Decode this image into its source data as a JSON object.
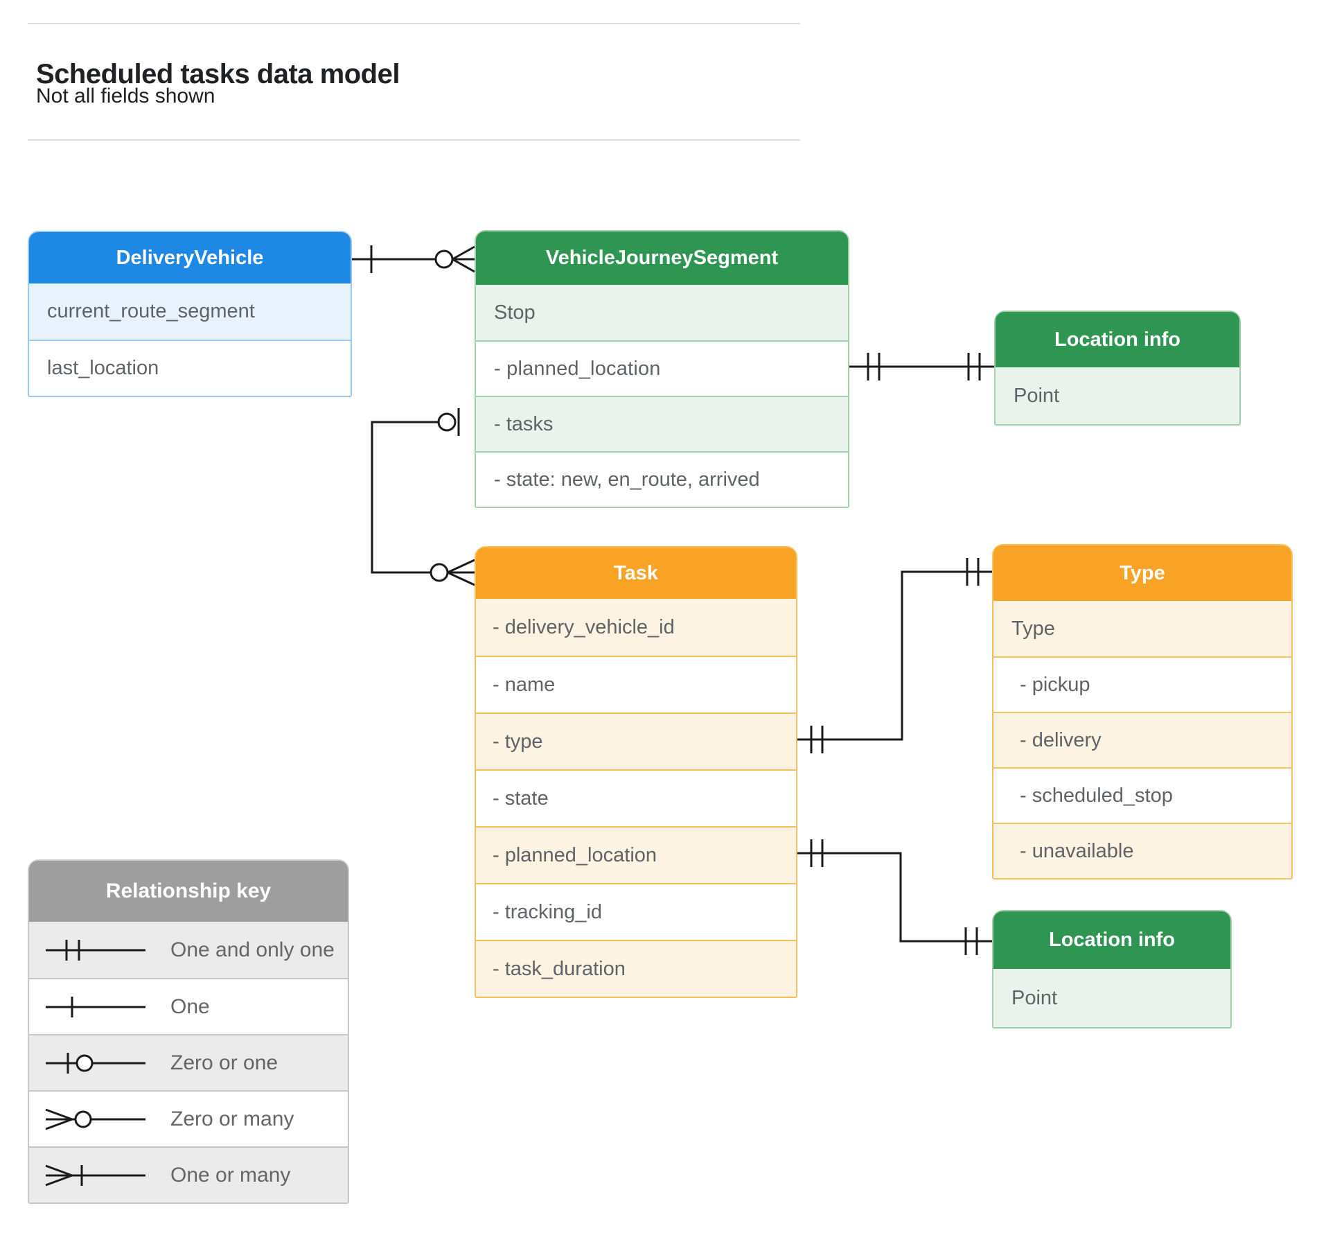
{
  "header": {
    "title": "Scheduled tasks data model",
    "subtitle": "Not all fields shown"
  },
  "entities": {
    "delivery_vehicle": {
      "title": "DeliveryVehicle",
      "fields": [
        "current_route_segment",
        "last_location"
      ]
    },
    "vehicle_journey_segment": {
      "title": "VehicleJourneySegment",
      "fields": [
        "Stop",
        "- planned_location",
        "- tasks",
        "- state: new, en_route, arrived"
      ]
    },
    "location_info_top": {
      "title": "Location info",
      "fields": [
        "Point"
      ]
    },
    "task": {
      "title": "Task",
      "fields": [
        "- delivery_vehicle_id",
        "- name",
        "- type",
        "- state",
        "- planned_location",
        "- tracking_id",
        "- task_duration"
      ]
    },
    "type": {
      "title": "Type",
      "fields": [
        "Type",
        "- pickup",
        "- delivery",
        "- scheduled_stop",
        "- unavailable"
      ]
    },
    "location_info_bottom": {
      "title": "Location info",
      "fields": [
        "Point"
      ]
    }
  },
  "legend": {
    "title": "Relationship key",
    "items": [
      "One and only one",
      "One",
      "Zero or one",
      "Zero or many",
      "One or many"
    ]
  },
  "connections": [
    {
      "from": "DeliveryVehicle",
      "to": "VehicleJourneySegment",
      "from_cardinality": "one",
      "to_cardinality": "zero or many"
    },
    {
      "from": "VehicleJourneySegment.planned_location",
      "to": "Location info (top)",
      "from_cardinality": "one and only one",
      "to_cardinality": "one and only one"
    },
    {
      "from": "VehicleJourneySegment.tasks",
      "to": "Task",
      "from_cardinality": "zero or one",
      "to_cardinality": "zero or many"
    },
    {
      "from": "Task.type",
      "to": "Type",
      "from_cardinality": "one and only one",
      "to_cardinality": "one and only one"
    },
    {
      "from": "Task.planned_location",
      "to": "Location info (bottom)",
      "from_cardinality": "one and only one",
      "to_cardinality": "one and only one"
    }
  ],
  "colors": {
    "blue_header": "#1E88E5",
    "green_header": "#2E9552",
    "orange_header": "#F9A326",
    "gray_header": "#9E9E9E",
    "row_text": "#5F6368",
    "line": "#1A1A1A"
  }
}
